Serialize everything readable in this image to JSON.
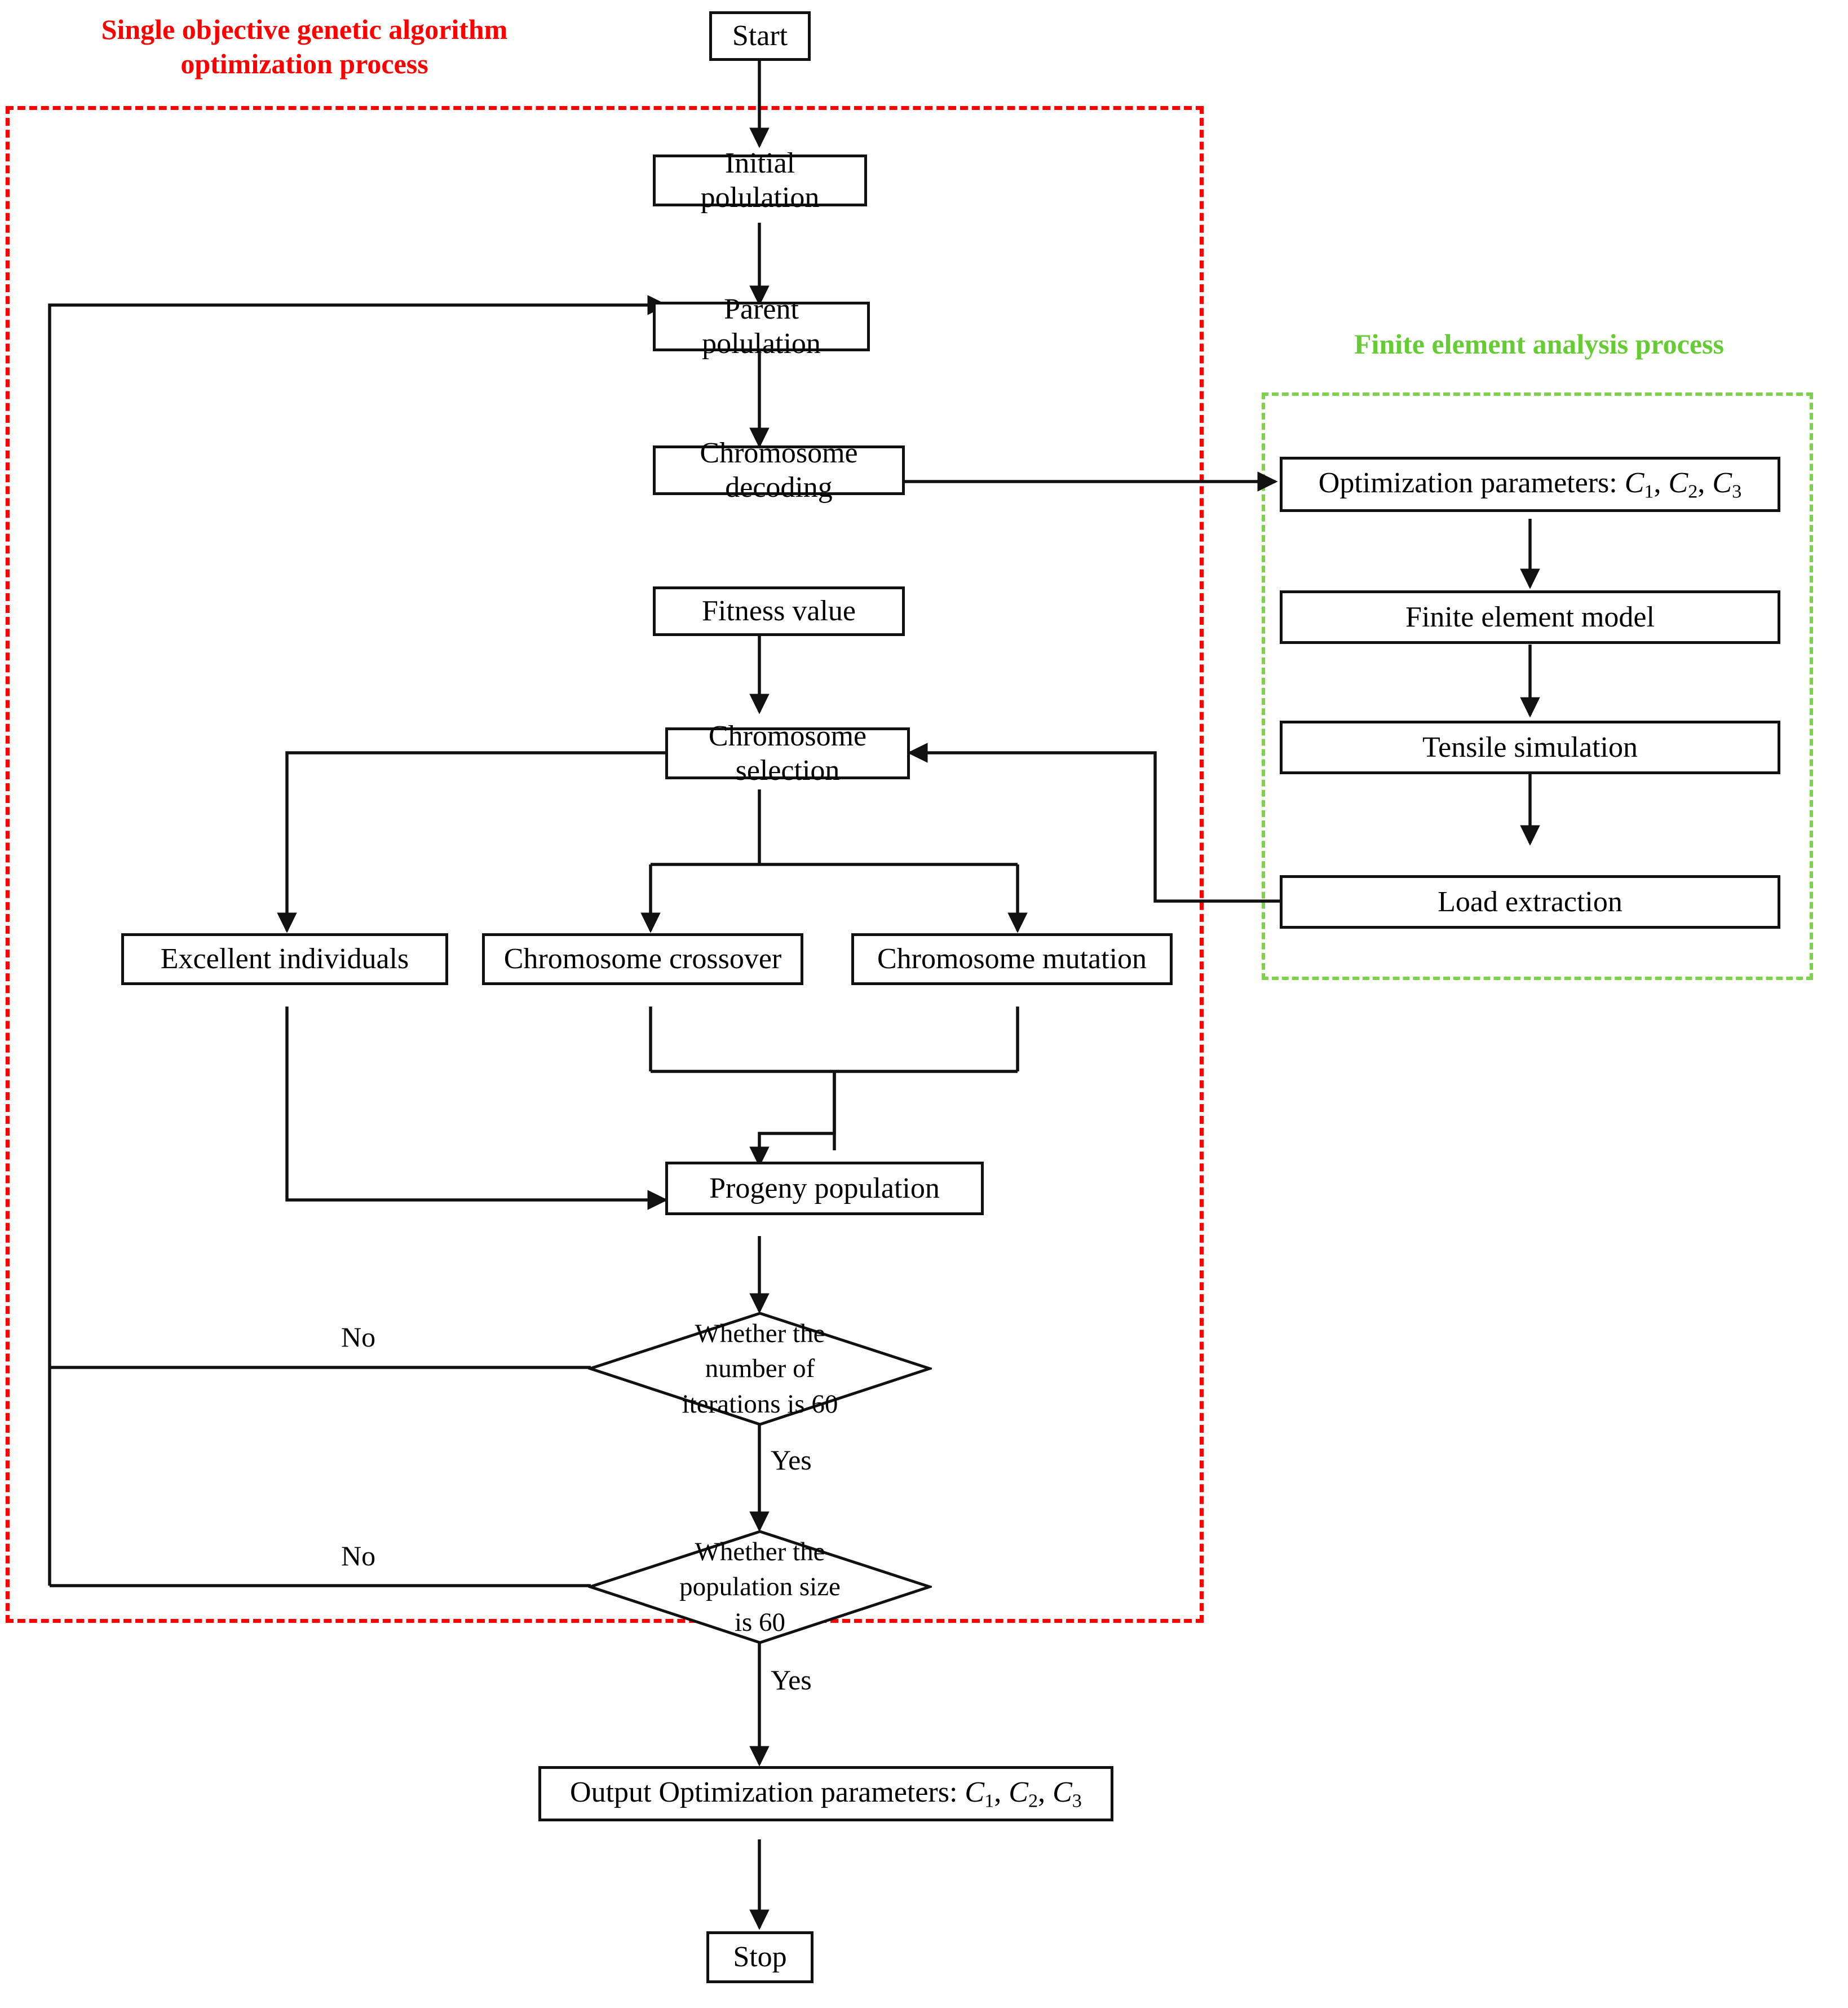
{
  "groups": {
    "ga": {
      "title_line1": "Single objective genetic algorithm",
      "title_line2": "optimization process",
      "color": "#FF0000"
    },
    "fea": {
      "title": "Finite element analysis process",
      "color": "#66CC33"
    }
  },
  "nodes": {
    "start": "Start",
    "initial_population": "Initial polulation",
    "parent_population": "Parent polulation",
    "chromosome_decoding": "Chromosome decoding",
    "fitness_value": "Fitness value",
    "chromosome_selection": "Chromosome selection",
    "excellent_individuals": "Excellent individuals",
    "chromosome_crossover": "Chromosome crossover",
    "chromosome_mutation": "Chromosome mutation",
    "progeny_population": "Progeny population",
    "stop": "Stop",
    "optimization_parameters_prefix": "Optimization  parameters: ",
    "optimization_parameters_params": "C1, C2, C3",
    "finite_element_model": "Finite element model",
    "tensile_simulation": "Tensile simulation",
    "load_extraction": "Load extraction",
    "output_parameters_prefix": "Output Optimization  parameters: ",
    "output_parameters_params": "C1, C2, C3"
  },
  "decisions": {
    "iterations": {
      "line1": "Whether the",
      "line2": "number of",
      "line3": "iterations is 60"
    },
    "population": {
      "line1": "Whether the",
      "line2": "population size",
      "line3": "is 60"
    }
  },
  "edge_labels": {
    "no_iterations": "No",
    "yes_iterations": "Yes",
    "no_population": "No",
    "yes_population": "Yes"
  },
  "colors": {
    "ga_boundary": "#FF0000",
    "fea_boundary": "#7DD24B",
    "stroke": "#111111",
    "background": "#FFFFFF"
  }
}
